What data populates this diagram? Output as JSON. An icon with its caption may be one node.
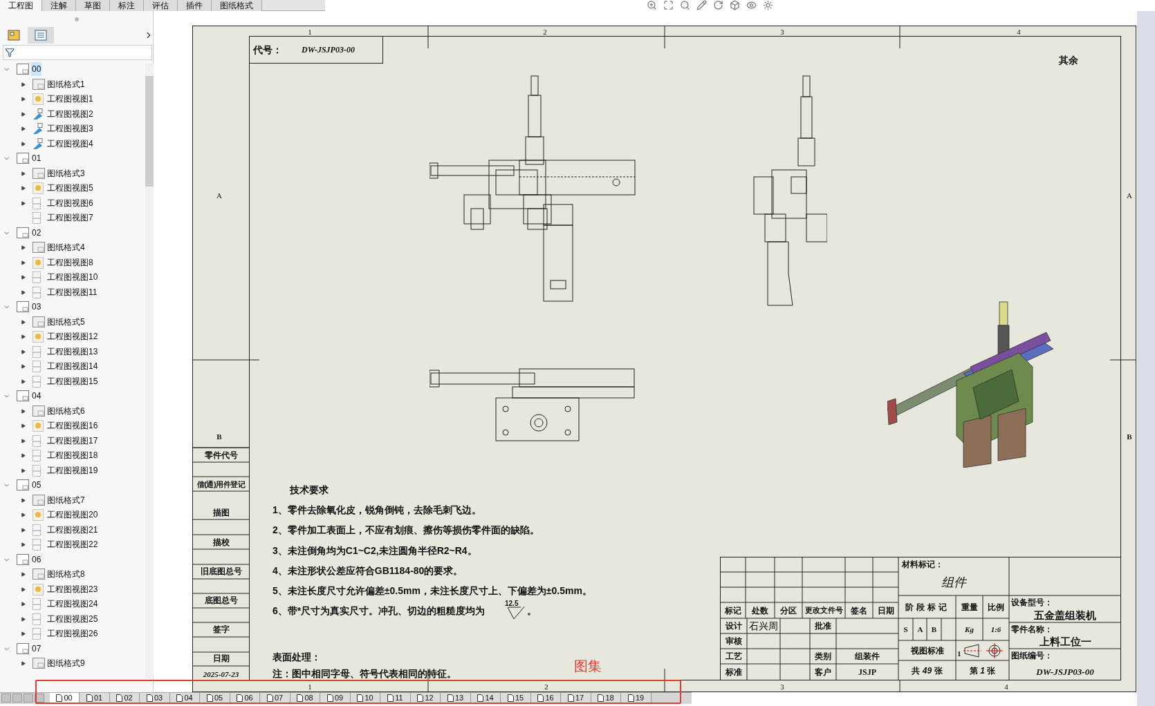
{
  "diagram": {
    "nodes": [
      {
        "text": [
          "图集"
        ]
      }
    ],
    "labels": [
      "工程图",
      "注解",
      "草图",
      "标注",
      "评估",
      "插件",
      "图纸格式",
      "00",
      "图纸格式1",
      "工程图视图1",
      "工程图视图2",
      "工程图视图3",
      "工程图视图4",
      "01",
      "图纸格式3",
      "工程图视图5",
      "工程图视图6",
      "工程图视图7",
      "02",
      "图纸格式4",
      "工程图视图8",
      "工程图视图10",
      "工程图视图11",
      "03",
      "图纸格式5",
      "工程图视图12",
      "工程图视图13",
      "工程图视图14",
      "工程图视图15",
      "04",
      "图纸格式6",
      "工程图视图16",
      "工程图视图17",
      "工程图视图18",
      "工程图视图19",
      "05",
      "图纸格式7",
      "工程图视图20",
      "工程图视图21",
      "工程图视图22",
      "06",
      "图纸格式8",
      "工程图视图23",
      "工程图视图24",
      "工程图视图25",
      "工程图视图26",
      "07",
      "图纸格式9",
      "1",
      "2",
      "3",
      "4",
      "代号：",
      "DW-JSJP03-00",
      "其余",
      "A",
      "A",
      "B",
      "B",
      "零件代号",
      "借(通)用件登记",
      "描图",
      "描校",
      "旧底图总号",
      "底图总号",
      "签字",
      "日期",
      "2025-07-23",
      "技术要求",
      "1、零件去除氧化皮，锐角倒钝，去除毛刺飞边。",
      "2、零件加工表面上，不应有划痕、擦伤等损伤零件面的缺陷。",
      "3、未注倒角均为C1~C2,未注圆角半径R2~R4。",
      "4、未注形状公差应符合GB1184-80的要求。",
      "5、未注长度尺寸允许偏差±0.5mm，未注长度尺寸上、下偏差为±0.5mm。",
      "6、带*尺寸为真实尺寸。冲孔、切边的粗糙度均为",
      "12.5",
      "。",
      "表面处理：",
      "注：图中相同字母、符号代表相同的特征。",
      "标记",
      "处数",
      "分区",
      "更改文件号",
      "签名",
      "日期",
      "设计",
      "石兴周",
      "批准",
      "审核",
      "工艺",
      "类别",
      "组装件",
      "标准",
      "客户",
      "JSJP",
      "材料标记：",
      "组件",
      "阶段标记",
      "重量",
      "比例",
      "S",
      "A",
      "B",
      "Kg",
      "1:6",
      "视图标准",
      "1",
      "共 *49* 张",
      "第 *1* 张",
      "设备型号：",
      "五金盖组装机",
      "零件名称：",
      "上料工位一",
      "图纸编号：",
      "DW-JSJP03-00",
      "1",
      "2",
      "3",
      "4",
      "00",
      "01",
      "02",
      "03",
      "04",
      "05",
      "06",
      "07",
      "08",
      "09",
      "10",
      "11",
      "12",
      "13",
      "14",
      "15",
      "16",
      "17",
      "18",
      "19"
    ]
  }
}
